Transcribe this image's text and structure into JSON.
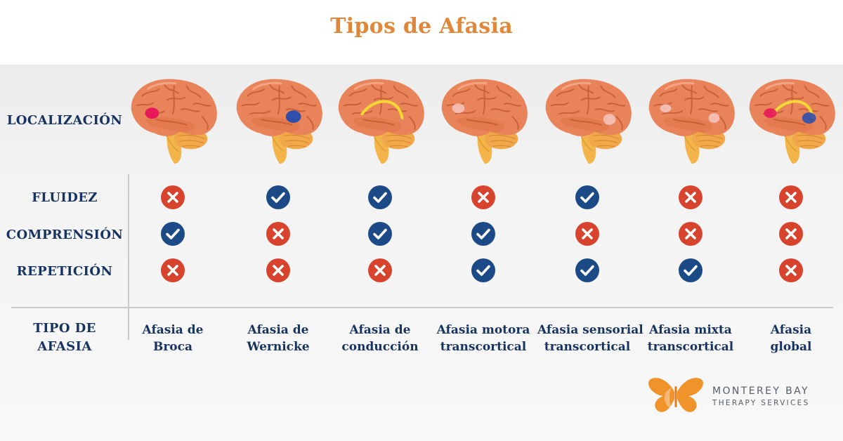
{
  "title": "Tipos de Afasia",
  "rows": {
    "localizacion": "LOCALIZACIÓN",
    "fluidez": "FLUIDEZ",
    "comprension": "COMPRENSIÓN",
    "repeticion": "REPETICIÓN",
    "tipo_line1": "TIPO DE",
    "tipo_line2": "AFASIA"
  },
  "columns": [
    {
      "name_line1": "Afasia de",
      "name_line2": "Broca",
      "fluidez": false,
      "comprension": true,
      "repeticion": false,
      "lesion": "broca"
    },
    {
      "name_line1": "Afasia de",
      "name_line2": "Wernicke",
      "fluidez": true,
      "comprension": false,
      "repeticion": false,
      "lesion": "wernicke"
    },
    {
      "name_line1": "Afasia de",
      "name_line2": "conducción",
      "fluidez": true,
      "comprension": true,
      "repeticion": false,
      "lesion": "arcuate"
    },
    {
      "name_line1": "Afasia motora",
      "name_line2": "transcortical",
      "fluidez": false,
      "comprension": true,
      "repeticion": true,
      "lesion": "frontal-pale"
    },
    {
      "name_line1": "Afasia sensorial",
      "name_line2": "transcortical",
      "fluidez": true,
      "comprension": false,
      "repeticion": true,
      "lesion": "temporal-pale"
    },
    {
      "name_line1": "Afasia mixta",
      "name_line2": "transcortical",
      "fluidez": false,
      "comprension": false,
      "repeticion": true,
      "lesion": "mixed-pale"
    },
    {
      "name_line1": "Afasia",
      "name_line2": "global",
      "fluidez": false,
      "comprension": false,
      "repeticion": false,
      "lesion": "global"
    }
  ],
  "colors": {
    "title": "#e0873a",
    "label": "#17335f",
    "check": "#1b4a86",
    "cross": "#d8432d",
    "brain": "#e9835a",
    "cerebellum": "#f0a84a",
    "brainstem": "#f3b54a",
    "broca": "#e8185a",
    "wernicke": "#2f4fa8",
    "arcuate": "#f6d835",
    "logo": "#f0932b"
  },
  "icons": {
    "yes": "check-icon",
    "no": "cross-icon"
  },
  "logo": {
    "line1": "MONTEREY BAY",
    "line2": "THERAPY SERVICES"
  }
}
